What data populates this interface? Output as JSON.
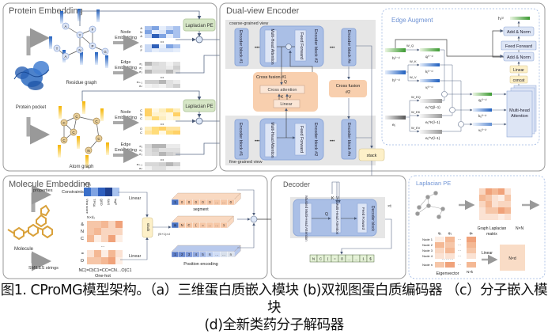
{
  "panels": {
    "protein_embedding": {
      "title": "Protein Embedding",
      "protein_pocket_label": "Protein pocket",
      "residue_graph_label": "Residue graph",
      "atom_graph_label": "Atom graph",
      "residue_nodes": [
        "A",
        "Y",
        "F",
        "T",
        "A",
        "N",
        "P",
        "G"
      ],
      "atom_nodes": [
        "C",
        "C",
        "C",
        "C",
        "C",
        "C",
        "N"
      ],
      "node_embedding_label": [
        "Node",
        "Embedding"
      ],
      "edge_embedding_label": [
        "Edge",
        "Embedding"
      ],
      "residue_node_rows": [
        "A",
        "N",
        "A",
        "G",
        "F"
      ],
      "atom_node_rows": [
        "C",
        "N",
        "C",
        "O",
        "C"
      ],
      "edge_rows": [
        "e₁",
        "e₂",
        "e₃",
        "eₙ₋₁",
        "eₙ"
      ],
      "laplacian_pe_label": "Laplacian PE",
      "ellipsis": "•••"
    },
    "dual_view_encoder": {
      "title": "Dual-view Encoder",
      "coarse_label": "coarse-grained view",
      "fine_label": "fine-grained view",
      "encoder_block_1": "Encoder block #1",
      "encoder_block_2": "Encoder block #2",
      "encoder_block_n": "Encoder block #n",
      "multi_head_attention": "Multi-Head Attention",
      "feed_forward": "Feed Forward",
      "cross_fusion_1": "Cross fusion #1",
      "cross_fusion_2": [
        "Cross fusion",
        "#2"
      ],
      "cross_attention": "Cross attention",
      "linear": "Linear",
      "q": "Q",
      "k": "K",
      "v": "V",
      "stack": "stack",
      "dots": "•••"
    },
    "edge_augment": {
      "title": "Edge Augment",
      "add_norm": "Add & Norm",
      "feed_forward": "Feed Forward",
      "linear": "Linear",
      "concat": "concat",
      "multi_head_attention": [
        "Multi-head",
        "Attention"
      ],
      "h_i_out": "hᵢ⁽ˡ⁾",
      "h_i": "hᵢ⁽ˡ⁻¹⁾",
      "h_j": "hⱼ⁽ˡ⁻¹⁾",
      "e_ij": "eᵢⱼ",
      "q_i": "qᵢ⁽ˡ⁻¹⁾",
      "k_j": "kⱼ⁽ˡ⁻¹⁾",
      "v_j": "vⱼ⁽ˡ⁻¹⁾",
      "e_q": "eᵢⱼ^Q(l−1)",
      "e_k": "eᵢⱼ^K(l−1)",
      "e_v": "eᵢⱼ^V(l−1)",
      "q_ij": "qᵢⱼ⁽ˡ⁻¹⁾",
      "k_ij": "kᵢⱼ⁽ˡ⁻¹⁾",
      "v_ij": "vᵢⱼ⁽ˡ⁻¹⁾",
      "w_q": "W_Q",
      "w_k": "W_K",
      "w_v": "W_V",
      "w_eq": "W_EQ",
      "w_ek": "W_EK",
      "w_ev": "W_EV"
    },
    "molecule_embedding": {
      "title": "Molecule Embedding",
      "molecule_label": "Molecule",
      "properties_label": "properties",
      "smiles_label": "SMILES strings",
      "constraints_label": "Constraints",
      "constraints_dim": "1×d₁",
      "constraint_names": [
        "Vina score",
        "TPSA",
        "QED",
        "SAS",
        "logP"
      ],
      "onehot_dim": "N×d₂",
      "onehot_rows_top": [
        "&",
        "N",
        "C"
      ],
      "onehot_rows_bottom": [
        "=",
        "O"
      ],
      "smiles_string": "NC(=O)C1=CC=CN…O)C1",
      "onehot_label": "One-hot",
      "linear": "Linear",
      "stack": "stack",
      "seq_dim": "(N+1)×d",
      "segment_label": "segment",
      "segment_cells": [
        "1",
        "0",
        "0",
        "0",
        "0",
        "0",
        "…",
        "…",
        "0"
      ],
      "token_cells": [
        "&",
        "N",
        "C",
        "(",
        "=",
        "…",
        "…",
        "1"
      ],
      "position_label": "Position encoding",
      "position_cells": [
        "1",
        "2",
        "3",
        "4",
        "5",
        "6",
        "…",
        "…",
        "n"
      ]
    },
    "decoder": {
      "title": "Decoder",
      "masked_mha": "Masked Multi-Head Attention",
      "mha": "Multi-Head Attention",
      "feed_forward": "Feed Forward",
      "decoder_block": "Decoder block",
      "repeat": "×t",
      "q": "Q",
      "k": "K",
      "v": "V",
      "output_tokens": [
        "N",
        "C",
        "(",
        "=",
        "O",
        "…",
        "…",
        "1",
        "$"
      ]
    },
    "laplacian_pe": {
      "title": "Laplacian PE",
      "matrix_label": [
        "Graph Laplacian",
        "matrix"
      ],
      "matrix_dim": "N×N",
      "eig_cols": [
        "φ₁",
        "φ₂",
        "φₖ"
      ],
      "node_rows": [
        "Node 1",
        "Node 2",
        "Node 3",
        "Node 4",
        "Node n"
      ],
      "eigenvector_label": "Eigenvector",
      "eig_dim": "N×k",
      "linear": "Linear",
      "out_dim": "N×d"
    }
  },
  "caption": {
    "line1": "图1. CProMG模型架构。（a）三维蛋白质嵌入模块 (b)双视图蛋白质编码器 （c）分子嵌入模块",
    "line2": "(d)全新类药分子解码器"
  },
  "colors": {
    "panel_border": "#9a9a9a",
    "blue_block": "#aabfe6",
    "blue_block_dark": "#8fa8d8",
    "inner_block": "#dde5f5",
    "gray_band": "#e6e6e6",
    "orange_fusion": "#f8cfae",
    "orange_box": "#fbe6d6",
    "laplacian_green": "#d6e6c6",
    "stack_yellow": "#fdf0c8",
    "edge_aug_border": "#9db6e2",
    "title_gray": "#555555",
    "title_blue": "#6f93d4"
  }
}
